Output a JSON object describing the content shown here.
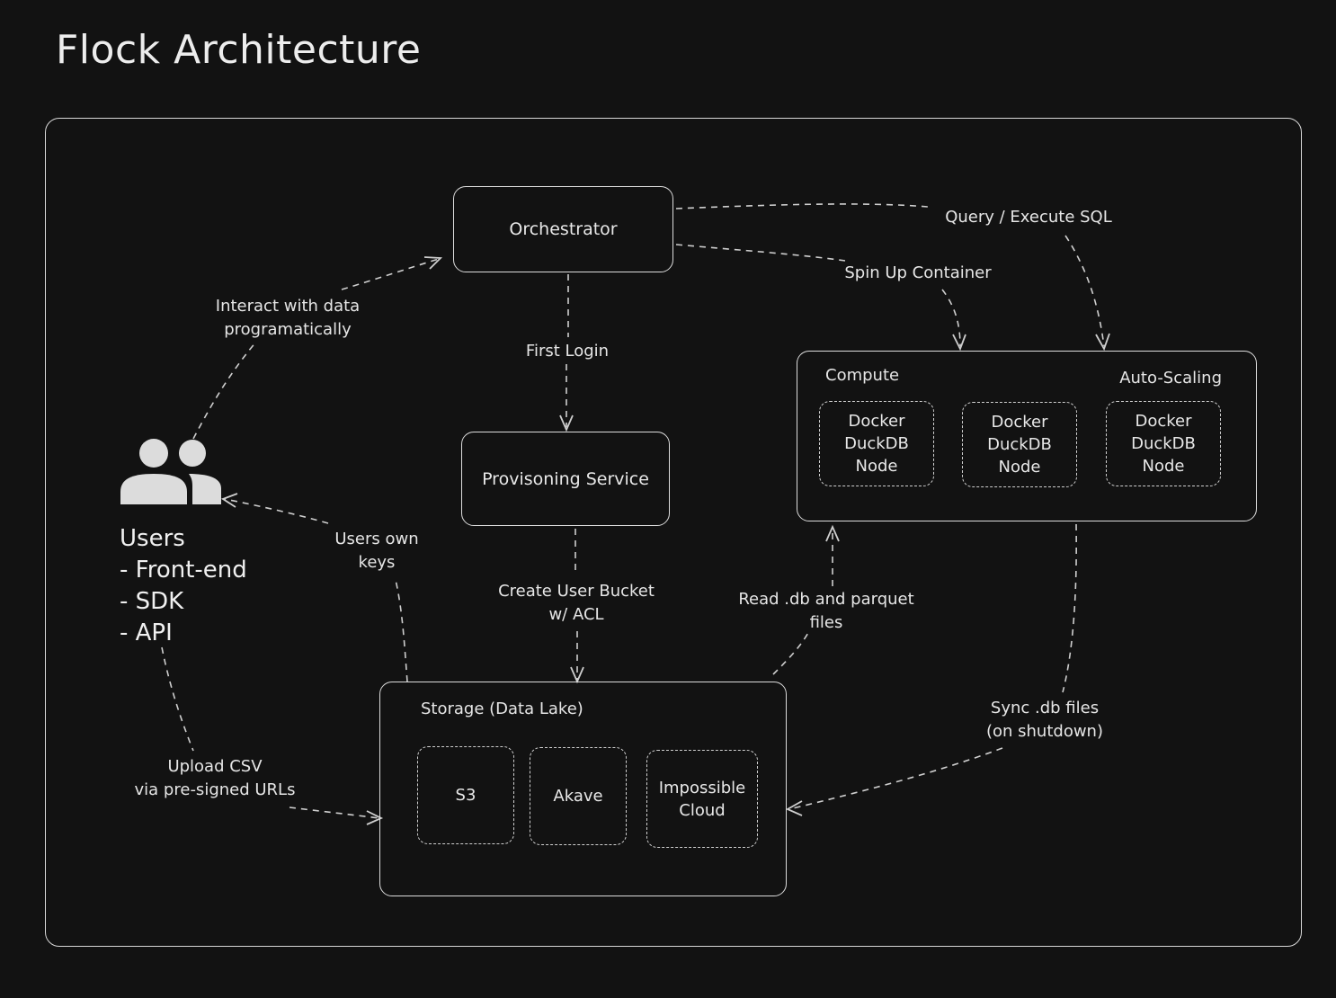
{
  "title": "Flock Architecture",
  "nodes": {
    "orchestrator": "Orchestrator",
    "provisioning": "Provisoning Service",
    "compute": {
      "label": "Compute",
      "scaling": "Auto-Scaling",
      "nodes": [
        "Docker\nDuckDB\nNode",
        "Docker\nDuckDB\nNode",
        "Docker\nDuckDB\nNode"
      ]
    },
    "storage": {
      "label": "Storage (Data Lake)",
      "items": [
        "S3",
        "Akave",
        "Impossible\nCloud"
      ]
    },
    "users": {
      "title": "Users",
      "items": [
        "- Front-end",
        "- SDK",
        "- API"
      ]
    }
  },
  "edges": {
    "interact": "Interact with data\nprogramatically",
    "first_login": "First Login",
    "query": "Query / Execute SQL",
    "spin_up": "Spin Up Container",
    "create_bucket": "Create User Bucket\nw/ ACL",
    "read_files": "Read .db and parquet\nfiles",
    "users_keys": "Users own\nkeys",
    "upload": "Upload CSV\nvia pre-signed URLs",
    "sync": "Sync .db files\n(on shutdown)"
  },
  "icons": {
    "users": "users-icon"
  }
}
